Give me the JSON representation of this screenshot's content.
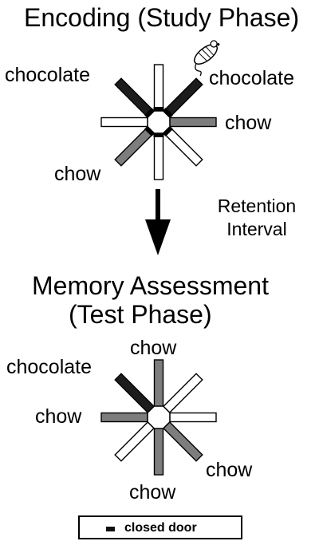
{
  "encoding": {
    "title": "Encoding (Study Phase)",
    "labels": {
      "chocolate_left": "chocolate",
      "chocolate_right": "chocolate",
      "chow_right": "chow",
      "chow_left": "chow"
    },
    "arm_fills": [
      "open",
      "chocolate",
      "chow",
      "open",
      "closed",
      "chow",
      "open",
      "chocolate"
    ],
    "closed_door_arms": [
      0,
      1,
      3,
      4,
      5,
      7
    ]
  },
  "retention": {
    "line1": "Retention",
    "line2": "Interval"
  },
  "test": {
    "title_line1": "Memory Assessment",
    "title_line2": "(Test Phase)",
    "labels": {
      "chow_top": "chow",
      "chocolate_left": "chocolate",
      "chow_left": "chow",
      "chow_right": "chow",
      "chow_bottom": "chow"
    },
    "arm_fills": [
      "chow",
      "open",
      "open",
      "chow",
      "chow",
      "open",
      "chow",
      "chocolate"
    ],
    "closed_door_arms": []
  },
  "legend": {
    "text": "closed door"
  },
  "colors": {
    "chocolate": "#1c1c1c",
    "chow": "#7d7d7d",
    "open": "#ffffff",
    "closed": "#ffffff",
    "outline": "#000000",
    "door": "#000000"
  }
}
